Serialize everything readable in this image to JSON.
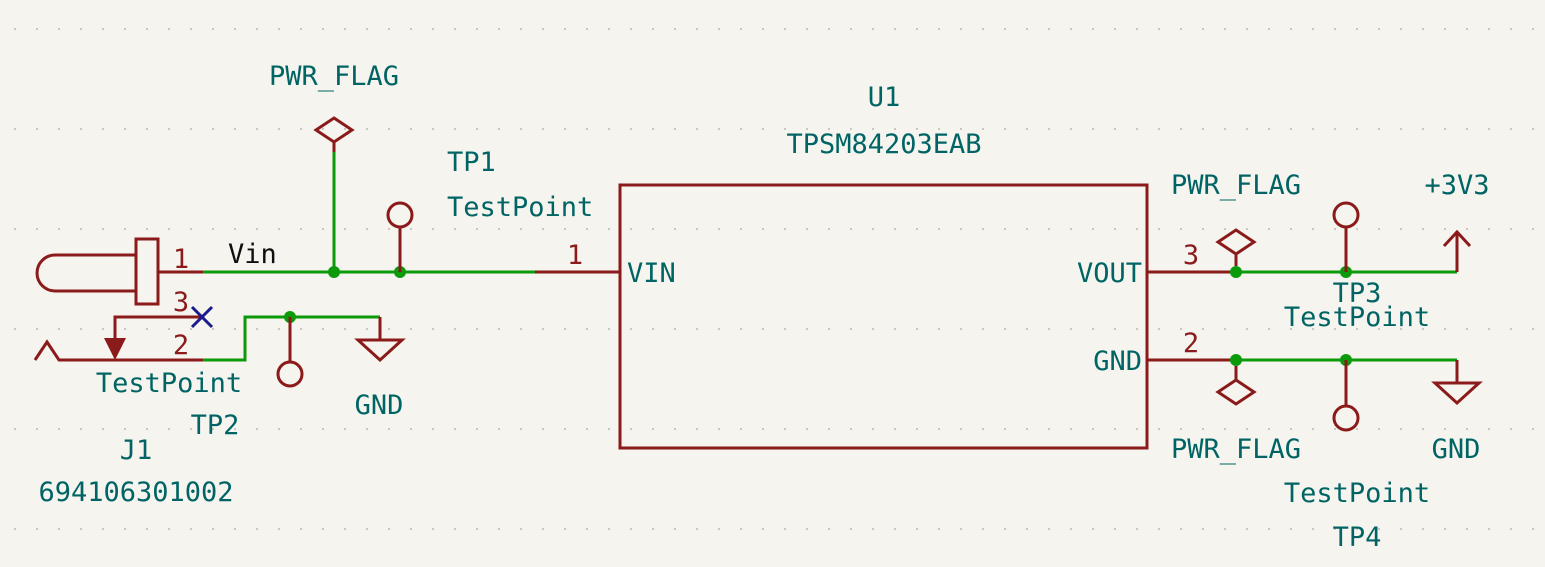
{
  "colors": {
    "background": "#f5f4ef",
    "wire": "#0a9a0a",
    "symbol": "#8b1a1a",
    "reference_text": "#006464",
    "net_label": "#0f0f0f",
    "no_connect": "#1a1a8c"
  },
  "u1": {
    "ref": "U1",
    "value": "TPSM84203EAB",
    "pins": {
      "vin_name": "VIN",
      "vin_num": "1",
      "vout_name": "VOUT",
      "vout_num": "3",
      "gnd_name": "GND",
      "gnd_num": "2"
    }
  },
  "j1": {
    "ref": "J1",
    "value": "694106301002",
    "pin1": "1",
    "pin2": "2",
    "pin3": "3"
  },
  "net_vin": "Vin",
  "tp1": {
    "ref": "TP1",
    "value": "TestPoint"
  },
  "tp2": {
    "ref": "TP2",
    "value": "TestPoint"
  },
  "tp3": {
    "ref": "TP3",
    "value": "TestPoint"
  },
  "tp4": {
    "ref": "TP4",
    "value": "TestPoint"
  },
  "power": {
    "pwr_flag_vin": "PWR_FLAG",
    "pwr_flag_vout": "PWR_FLAG",
    "pwr_flag_gnd": "PWR_FLAG",
    "gnd_left": "GND",
    "gnd_right": "GND",
    "v3v3": "+3V3"
  }
}
